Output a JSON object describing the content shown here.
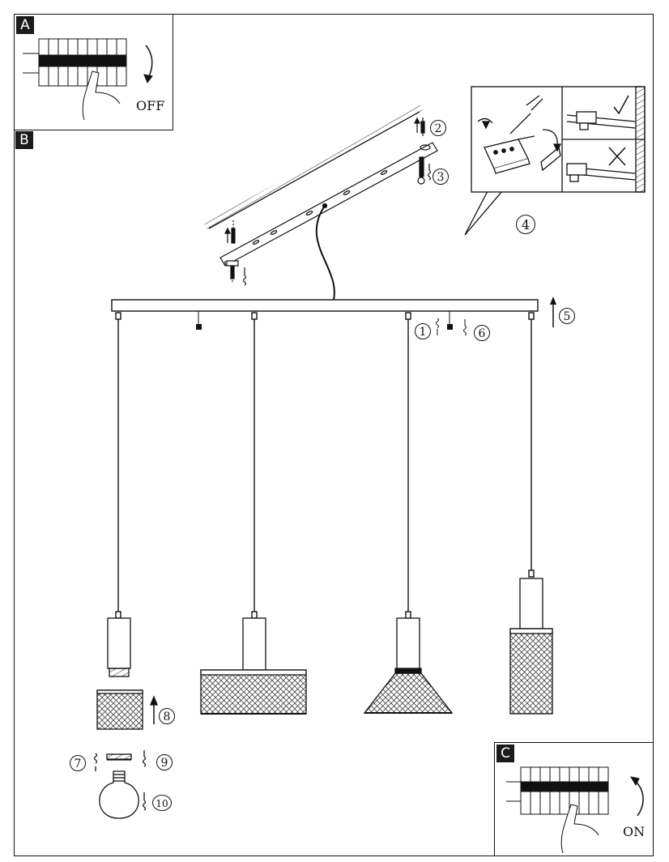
{
  "panels": {
    "a": {
      "tag": "A",
      "label": "OFF"
    },
    "b": {
      "tag": "B"
    },
    "c": {
      "tag": "C",
      "label": "ON"
    }
  },
  "steps": [
    "1",
    "2",
    "3",
    "4",
    "5",
    "6",
    "7",
    "8",
    "9",
    "10"
  ],
  "colors": {
    "line": "#111111",
    "fill": "#ffffff",
    "tag": "#1b1b1b"
  }
}
